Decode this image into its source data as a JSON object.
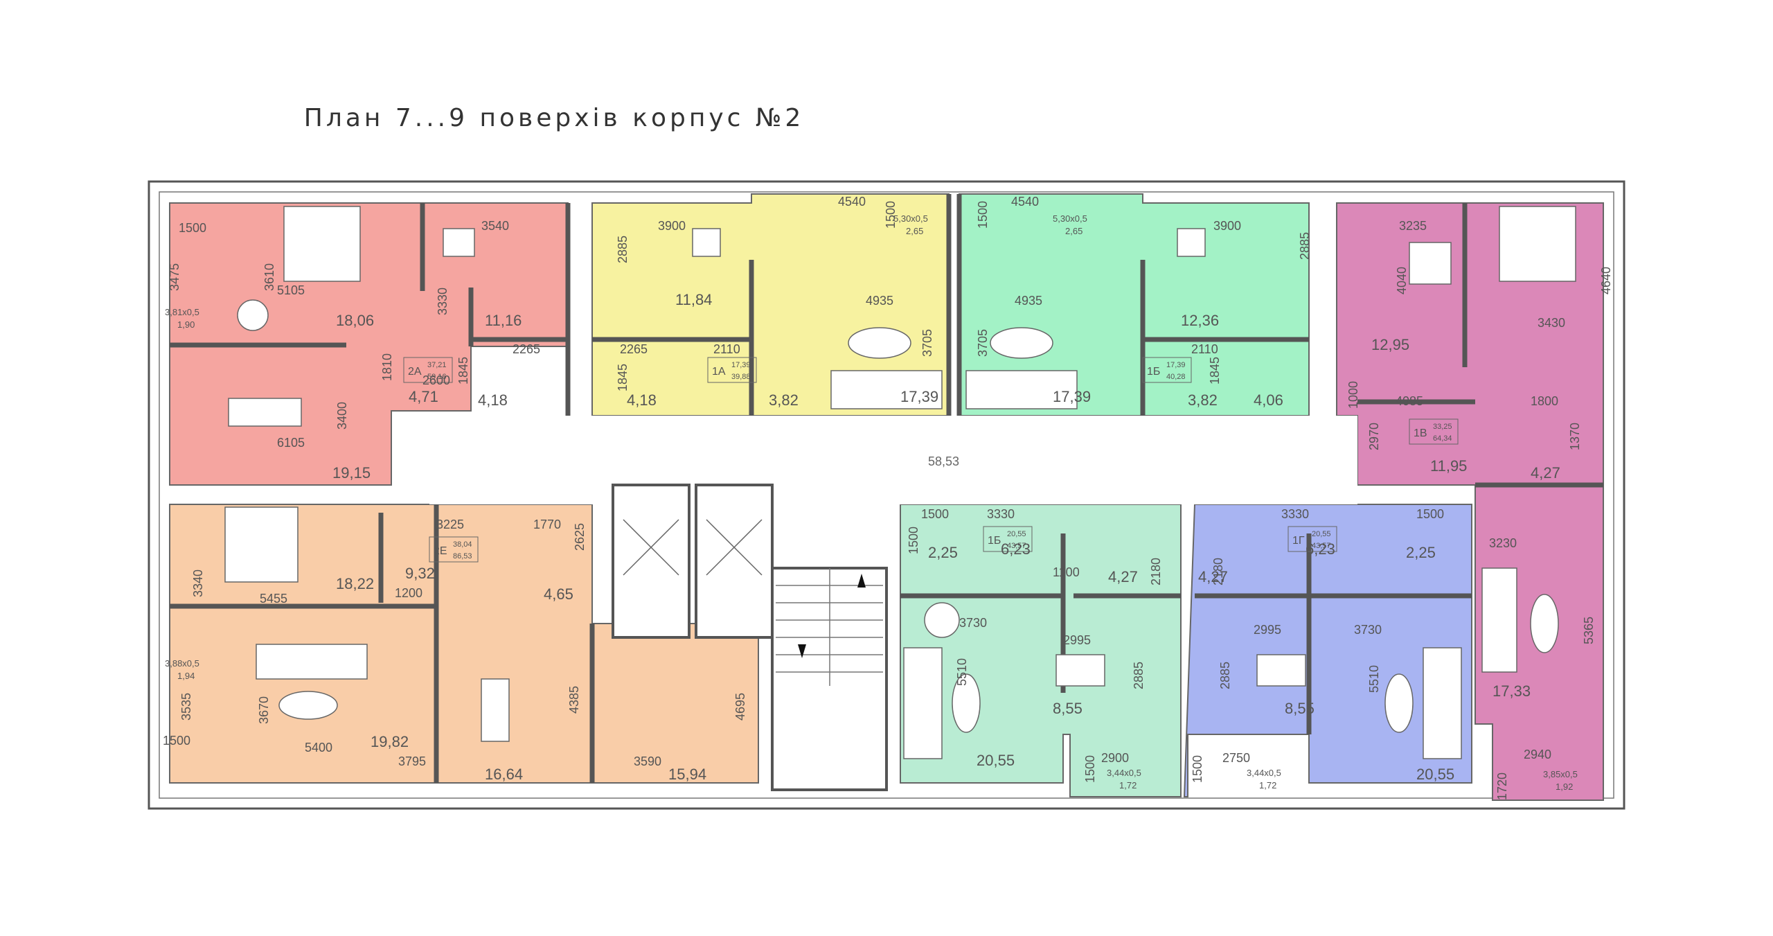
{
  "title": "План 7...9 поверхів корпус №2",
  "apartments": {
    "2A": {
      "label": "2А",
      "area_living": "37,21",
      "area_total": "59,16",
      "color": "#f5a5a0"
    },
    "1A": {
      "label": "1А",
      "area_living": "17,39",
      "area_total": "39,88",
      "color": "#f7f2a0"
    },
    "1B_top": {
      "label": "1Б",
      "area_living": "17,39",
      "area_total": "40,28",
      "color": "#a3f2c6"
    },
    "1V": {
      "label": "1В",
      "area_living": "33,25",
      "area_total": "64,34",
      "color": "#db88b8"
    },
    "2E": {
      "label": "2Е",
      "area_living": "38,04",
      "area_total": "86,53",
      "color": "#f9cda8"
    },
    "1B_bottom": {
      "label": "1Б",
      "area_living": "20,55",
      "area_total": "43,57",
      "color": "#b9ecd3"
    },
    "1G": {
      "label": "1Г",
      "area_living": "20,55",
      "area_total": "43,57",
      "color": "#a8b4f2"
    }
  },
  "corridor_area": "58,53",
  "room_areas": [
    {
      "t": "18,06"
    },
    {
      "t": "11,16"
    },
    {
      "t": "4,71"
    },
    {
      "t": "4,18"
    },
    {
      "t": "19,15"
    },
    {
      "t": "11,84"
    },
    {
      "t": "4,18"
    },
    {
      "t": "3,82"
    },
    {
      "t": "17,39"
    },
    {
      "t": "12,36"
    },
    {
      "t": "3,82"
    },
    {
      "t": "4,06"
    },
    {
      "t": "17,39"
    },
    {
      "t": "12,95"
    },
    {
      "t": "11,95"
    },
    {
      "t": "4,27"
    },
    {
      "t": "17,33"
    },
    {
      "t": "18,22"
    },
    {
      "t": "9,32"
    },
    {
      "t": "4,65"
    },
    {
      "t": "19,82"
    },
    {
      "t": "16,64"
    },
    {
      "t": "15,94"
    },
    {
      "t": "2,25"
    },
    {
      "t": "6,23"
    },
    {
      "t": "4,27"
    },
    {
      "t": "20,55"
    },
    {
      "t": "8,55"
    },
    {
      "t": "6,23"
    },
    {
      "t": "2,25"
    },
    {
      "t": "4,27"
    },
    {
      "t": "8,55"
    },
    {
      "t": "20,55"
    }
  ],
  "balconies": [
    {
      "size": "3,81x0,5",
      "area": "1,90"
    },
    {
      "size": "5,30x0,5",
      "area": "2,65"
    },
    {
      "size": "5,30x0,5",
      "area": "2,65"
    },
    {
      "size": "3,88x0,5",
      "area": "1,94"
    },
    {
      "size": "3,44x0,5",
      "area": "1,72"
    },
    {
      "size": "3,44x0,5",
      "area": "1,72"
    },
    {
      "size": "3,85x0,5",
      "area": "1,92"
    }
  ],
  "dimensions": [
    "1500",
    "3475",
    "3610",
    "5105",
    "3540",
    "3330",
    "2600",
    "1810",
    "1845",
    "2265",
    "3400",
    "6105",
    "3900",
    "2885",
    "2265",
    "1845",
    "2110",
    "4540",
    "4935",
    "3705",
    "1500",
    "4540",
    "1500",
    "4935",
    "3705",
    "3900",
    "2885",
    "2110",
    "1845",
    "3235",
    "4040",
    "4640",
    "3430",
    "4085",
    "1000",
    "2970",
    "1800",
    "1370",
    "3225",
    "1770",
    "3340",
    "5455",
    "1200",
    "2625",
    "3535",
    "3670",
    "4385",
    "5400",
    "3795",
    "3590",
    "4695",
    "1500",
    "3330",
    "1500",
    "1500",
    "3730",
    "5510",
    "1100",
    "2180",
    "2995",
    "2885",
    "2900",
    "1500",
    "3330",
    "1500",
    "2180",
    "2995",
    "2885",
    "3730",
    "5510",
    "2750",
    "1500",
    "3230",
    "5365",
    "2940",
    "1720"
  ]
}
